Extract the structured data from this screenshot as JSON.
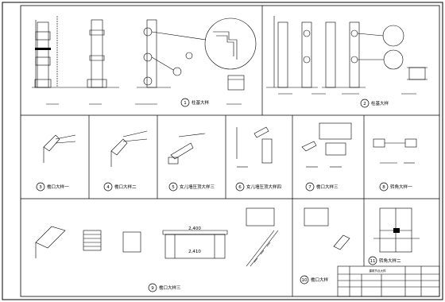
{
  "sheet": {
    "panels": [
      {
        "id": "p1",
        "number": "1",
        "title": "柱基大样"
      },
      {
        "id": "p2",
        "number": "2",
        "title": "柱基大样"
      },
      {
        "id": "p3",
        "number": "3",
        "title": "檐口大样一"
      },
      {
        "id": "p4",
        "number": "4",
        "title": "檐口大样二"
      },
      {
        "id": "p5",
        "number": "5",
        "title": "女儿墙压顶大样三"
      },
      {
        "id": "p6",
        "number": "6",
        "title": "女儿墙压顶大样四"
      },
      {
        "id": "p7",
        "number": "7",
        "title": "檐口大样三"
      },
      {
        "id": "p8",
        "number": "8",
        "title": "转角大样一"
      },
      {
        "id": "p9",
        "number": "9",
        "title": "檐口大样三"
      },
      {
        "id": "p10",
        "number": "10",
        "title": "檐口大样"
      },
      {
        "id": "p11",
        "number": "11",
        "title": "转角大样二"
      }
    ],
    "dimensions": {
      "span_top": "2,400",
      "span_bottom": "2,410"
    },
    "title_block": {
      "drawing_title": "建筑节点大样"
    }
  }
}
